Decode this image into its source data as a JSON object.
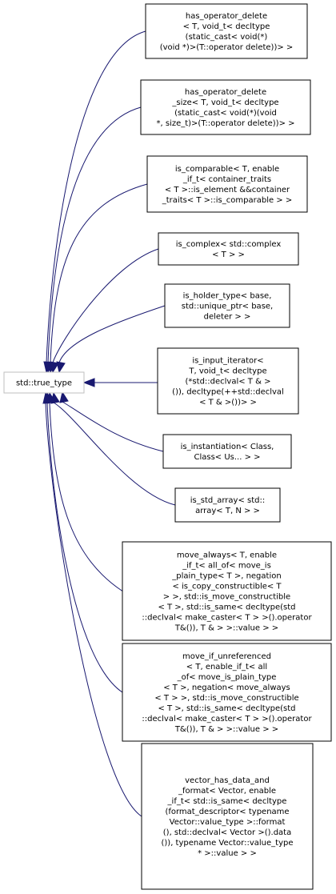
{
  "diagram": {
    "type": "class-inheritance-graph",
    "base": {
      "id": "true_type",
      "lines": [
        "std::true_type"
      ]
    },
    "nodes": [
      {
        "id": "has_operator_delete",
        "lines": [
          "has_operator_delete",
          "< T, void_t< decltype",
          "(static_cast< void(*)",
          "(void *)>(T::operator delete))> >"
        ]
      },
      {
        "id": "has_operator_delete_size",
        "lines": [
          "has_operator_delete",
          "_size< T, void_t< decltype",
          "(static_cast< void(*)(void",
          "*, size_t)>(T::operator delete))> >"
        ]
      },
      {
        "id": "is_comparable",
        "lines": [
          "is_comparable< T, enable",
          "_if_t< container_traits",
          "< T >::is_element &&container",
          "_traits< T >::is_comparable > >"
        ]
      },
      {
        "id": "is_complex",
        "lines": [
          "is_complex< std::complex",
          "< T > >"
        ]
      },
      {
        "id": "is_holder_type",
        "lines": [
          "is_holder_type< base,",
          "std::unique_ptr< base,",
          "deleter > >"
        ]
      },
      {
        "id": "is_input_iterator",
        "lines": [
          "is_input_iterator<",
          "T, void_t< decltype",
          "(*std::declval< T & >",
          "()), decltype(++std::declval",
          "< T & >())> >"
        ]
      },
      {
        "id": "is_instantiation",
        "lines": [
          "is_instantiation< Class,",
          "Class< Us... > >"
        ]
      },
      {
        "id": "is_std_array",
        "lines": [
          "is_std_array< std::",
          "array< T, N > >"
        ]
      },
      {
        "id": "move_always",
        "lines": [
          "move_always< T, enable",
          "_if_t< all_of< move_is",
          "_plain_type< T >, negation",
          "< is_copy_constructible< T",
          "> >, std::is_move_constructible",
          "< T >, std::is_same< decltype(std",
          "::declval< make_caster< T > >().operator",
          "T&()), T & > >::value > >"
        ]
      },
      {
        "id": "move_if_unreferenced",
        "lines": [
          "move_if_unreferenced",
          "< T, enable_if_t< all",
          "_of< move_is_plain_type",
          "< T >, negation< move_always",
          "< T > >, std::is_move_constructible",
          "< T >, std::is_same< decltype(std",
          "::declval< make_caster< T > >().operator",
          "T&()), T & > >::value > >"
        ]
      },
      {
        "id": "vector_has_data_and_format",
        "lines": [
          "vector_has_data_and",
          "_format< Vector, enable",
          "_if_t< std::is_same< decltype",
          "(format_descriptor< typename",
          "Vector::value_type >::format",
          "(), std::declval< Vector >().data",
          "()), typename Vector::value_type",
          "* >::value > >"
        ]
      }
    ],
    "colors": {
      "edge": "#191970",
      "box_border": "#000000",
      "base_border": "#bfbfbf",
      "text": "#000000",
      "background": "#ffffff"
    }
  }
}
